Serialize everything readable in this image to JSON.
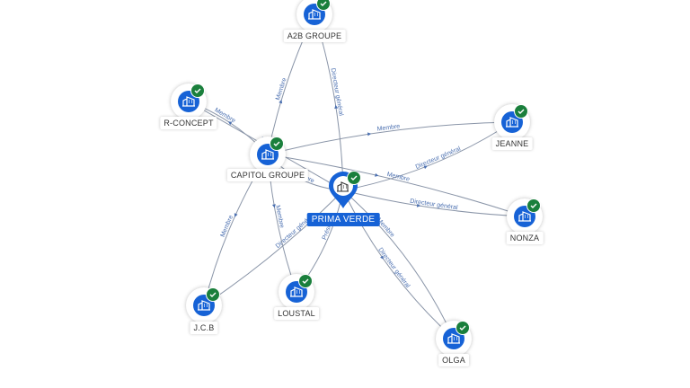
{
  "colors": {
    "node": "#1662d6",
    "check": "#1a7f3c",
    "edge": "#8a95a8",
    "edge_label": "#4a6fb0"
  },
  "icons": {
    "node": "building-icon",
    "verified": "check-icon"
  },
  "nodes": [
    {
      "id": "a2b",
      "label": "A2B GROUPE"
    },
    {
      "id": "rconcept",
      "label": "R-CONCEPT"
    },
    {
      "id": "capitol",
      "label": "CAPITOL GROUPE"
    },
    {
      "id": "jeanne",
      "label": "JEANNE"
    },
    {
      "id": "nonza",
      "label": "NONZA"
    },
    {
      "id": "jcb",
      "label": "J.C.B"
    },
    {
      "id": "loustal",
      "label": "LOUSTAL"
    },
    {
      "id": "olga",
      "label": "OLGA"
    },
    {
      "id": "prima",
      "label": "PRIMA VERDE",
      "main": true
    }
  ],
  "edges": [
    {
      "from": "prima",
      "to": "a2b",
      "label": "Directeur général"
    },
    {
      "from": "capitol",
      "to": "a2b",
      "label": "Membre"
    },
    {
      "from": "capitol",
      "to": "rconcept",
      "label": "Membre"
    },
    {
      "from": "prima",
      "to": "rconcept",
      "label": "Direct"
    },
    {
      "from": "capitol",
      "to": "jeanne",
      "label": "Membre"
    },
    {
      "from": "prima",
      "to": "jeanne",
      "label": "Directeur général"
    },
    {
      "from": "prima",
      "to": "nonza",
      "label": "Directeur général"
    },
    {
      "from": "capitol",
      "to": "nonza",
      "label": "Membre"
    },
    {
      "from": "capitol",
      "to": "prima",
      "label": "Membre"
    },
    {
      "from": "capitol",
      "to": "jcb",
      "label": "Membre"
    },
    {
      "from": "prima",
      "to": "jcb",
      "label": "Directeur général"
    },
    {
      "from": "capitol",
      "to": "loustal",
      "label": "Membre"
    },
    {
      "from": "prima",
      "to": "loustal",
      "label": "Président"
    },
    {
      "from": "prima",
      "to": "olga",
      "label": "Membre"
    },
    {
      "from": "prima",
      "to": "olga",
      "label": "Directeur général"
    }
  ]
}
